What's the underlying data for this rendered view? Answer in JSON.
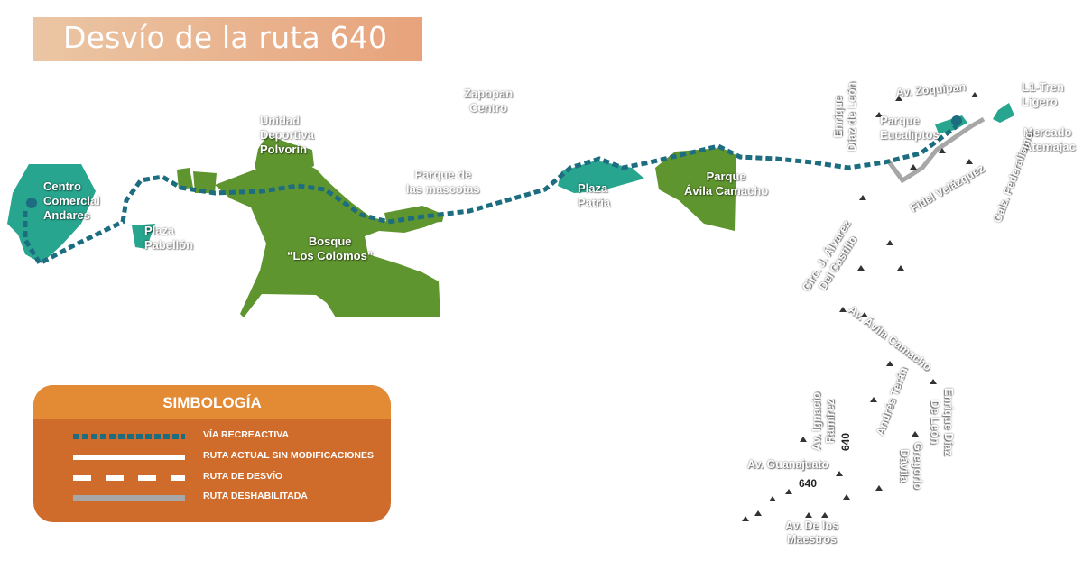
{
  "title": "Desvío de la ruta 640",
  "colors": {
    "park": "#5f952f",
    "plaza": "#28a58e",
    "recreational_route": "#1d6d80",
    "disabled_route": "#a7a7a7",
    "legend_bg": "#cf6b2b",
    "legend_header": "#e38a35",
    "title_bg": "#e8b38f"
  },
  "places": {
    "centro_comercial": "Centro\nComercial\nAndares",
    "plaza_pabellon": "Plaza\nPabellón",
    "unidad_deportiva": "Unidad\nDeportiva\nPolvorín",
    "zapopan_centro": "Zapopan\nCentro",
    "parque_mascotas": "Parque de\nlas mascotas",
    "bosque": "Bosque\n“Los Colomos”",
    "plaza_patria": "Plaza\nPatria",
    "parque_avila": "Parque\nÁvila Camacho",
    "parque_eucaliptos": "Parque\nEucaliptos",
    "tren": "L1-Tren\nLigero",
    "mercado": "Mercado\nAtemajac"
  },
  "streets": {
    "av_zoquipan": "Av. Zoquipan",
    "enrique_diaz_leon_top": "Enrique\nDíaz de León",
    "fidel_velazquez": "Fidel Velázquez",
    "calz_federalismo": "Calz. Federalismo",
    "circ_alvarez": "Circ. J. Álvarez\nDel Castillo",
    "av_avila_camacho": "Av. Ávila Camacho",
    "andres_teran": "Andrés Terán",
    "enrique_diaz_leon_bottom": "Enrique Díaz\nDe León",
    "av_ignacio_ramirez": "Av. Ignacio\nRamírez",
    "gregorio_davila": "Gregorio\nDávila",
    "av_guanajuato": "Av. Guanajuato",
    "av_maestros": "Av. De los\nMaestros"
  },
  "route_labels": [
    "640",
    "640"
  ],
  "legend": {
    "title": "SIMBOLOGÍA",
    "items": [
      {
        "label": "VÍA RECREACTIVA",
        "style": "dotted"
      },
      {
        "label": "RUTA ACTUAL SIN MODIFICACIONES",
        "style": "solid"
      },
      {
        "label": "RUTA DE DESVÍO",
        "style": "dashed"
      },
      {
        "label": "RUTA DESHABILITADA",
        "style": "gray"
      }
    ]
  }
}
